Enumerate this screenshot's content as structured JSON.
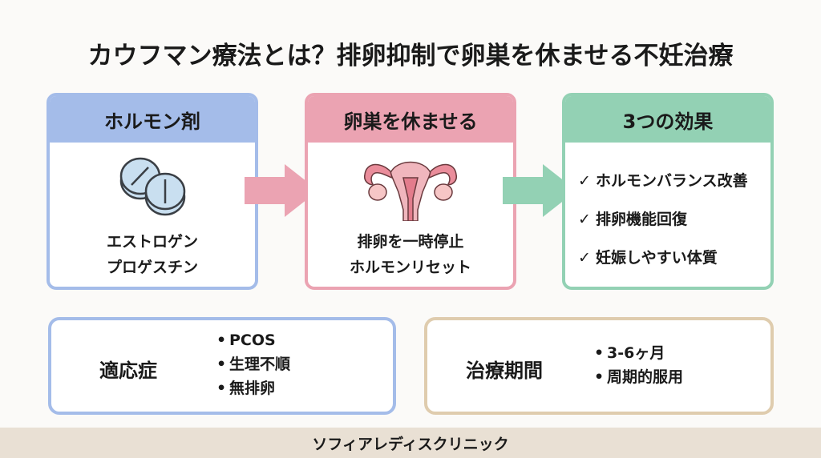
{
  "title": "カウフマン療法とは？排卵抑制で卵巣を休ませる不妊治療",
  "colors": {
    "blue": "#a4bce9",
    "pink": "#eba3b2",
    "green": "#93d1b4",
    "tan": "#dfccae",
    "footer_bg": "#e9e0d4"
  },
  "cards": [
    {
      "header": "ホルモン剤",
      "icon": "pills-icon",
      "lines": [
        "エストロゲン",
        "プロゲスチン"
      ]
    },
    {
      "header": "卵巣を休ませる",
      "icon": "uterus-icon",
      "lines": [
        "排卵を一時停止",
        "ホルモンリセット"
      ]
    },
    {
      "header": "3つの効果",
      "check_mark": "✓",
      "items": [
        "ホルモンバランス改善",
        "排卵機能回復",
        "妊娠しやすい体質"
      ]
    }
  ],
  "indications": {
    "label": "適応症",
    "bullet": "•",
    "items": [
      "PCOS",
      "生理不順",
      "無排卵"
    ]
  },
  "duration": {
    "label": "治療期間",
    "bullet": "•",
    "items": [
      "3-6ヶ月",
      "周期的服用"
    ]
  },
  "footer": "ソフィアレディスクリニック"
}
